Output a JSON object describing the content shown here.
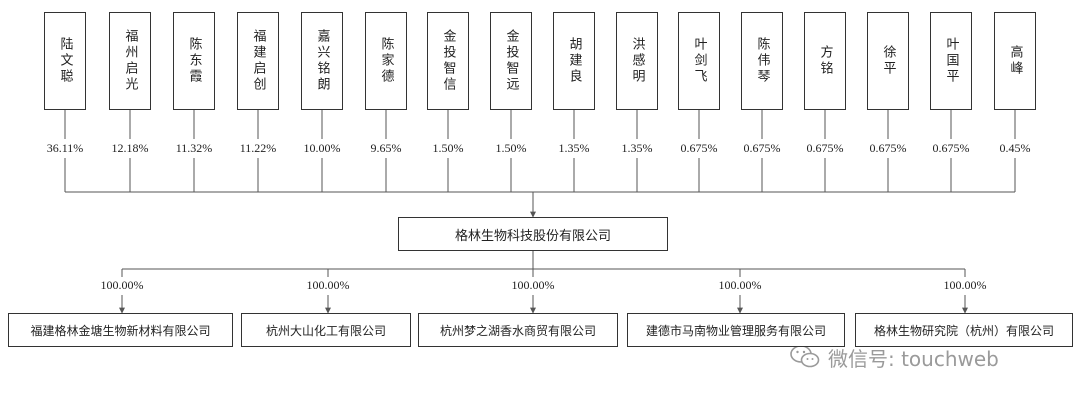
{
  "shareholders": [
    {
      "name": "陆文聪",
      "pct": "36.11%"
    },
    {
      "name": "福州启光",
      "pct": "12.18%"
    },
    {
      "name": "陈东霞",
      "pct": "11.32%"
    },
    {
      "name": "福建启创",
      "pct": "11.22%"
    },
    {
      "name": "嘉兴铭朗",
      "pct": "10.00%"
    },
    {
      "name": "陈家德",
      "pct": "9.65%"
    },
    {
      "name": "金投智信",
      "pct": "1.50%"
    },
    {
      "name": "金投智远",
      "pct": "1.50%"
    },
    {
      "name": "胡建良",
      "pct": "1.35%"
    },
    {
      "name": "洪感明",
      "pct": "1.35%"
    },
    {
      "name": "叶剑飞",
      "pct": "0.675%"
    },
    {
      "name": "陈伟琴",
      "pct": "0.675%"
    },
    {
      "name": "方铭",
      "pct": "0.675%"
    },
    {
      "name": "徐平",
      "pct": "0.675%"
    },
    {
      "name": "叶国平",
      "pct": "0.675%"
    },
    {
      "name": "高峰",
      "pct": "0.45%"
    }
  ],
  "company": {
    "name": "格林生物科技股份有限公司"
  },
  "subsidiaries": [
    {
      "name": "福建格林金塘生物新材料有限公司",
      "pct": "100.00%"
    },
    {
      "name": "杭州大山化工有限公司",
      "pct": "100.00%"
    },
    {
      "name": "杭州梦之湖香水商贸有限公司",
      "pct": "100.00%"
    },
    {
      "name": "建德市马南物业管理服务有限公司",
      "pct": "100.00%"
    },
    {
      "name": "格林生物研究院（杭州）有限公司",
      "pct": "100.00%"
    }
  ],
  "watermark": {
    "text": "微信号: touchweb",
    "icon": "wechat-icon"
  },
  "colors": {
    "line": "#555555",
    "watermark": "#9a9a9a"
  }
}
